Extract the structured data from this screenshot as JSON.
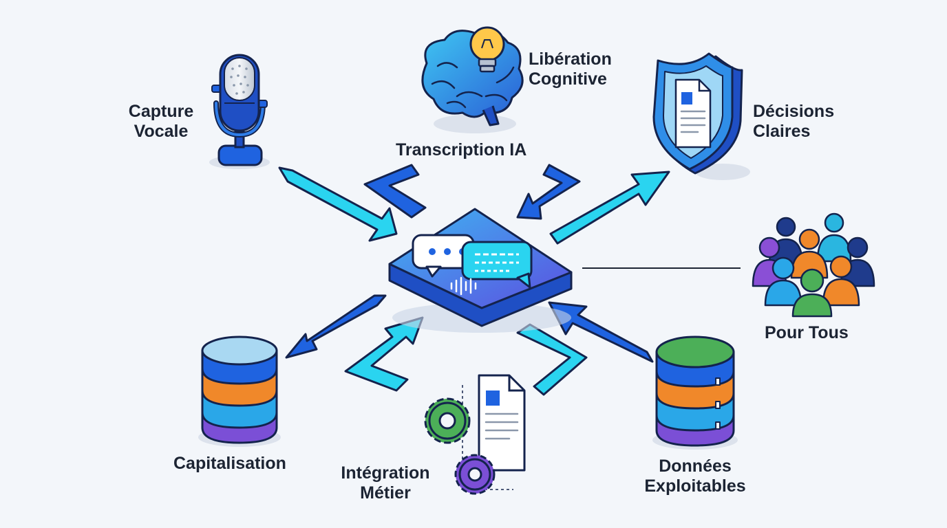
{
  "labels": {
    "capture": [
      "Capture",
      "Vocale"
    ],
    "liberation": [
      "Libération",
      "Cognitive"
    ],
    "transcription": "Transcription IA",
    "decisions": [
      "Décisions",
      "Claires"
    ],
    "pour_tous": "Pour Tous",
    "capitalisation": "Capitalisation",
    "integration": [
      "Intégration",
      "Métier"
    ],
    "donnees": [
      "Données",
      "Exploitables"
    ]
  },
  "icons": {
    "center": "chat-platform-icon",
    "capture": "microphone-icon",
    "liberation": "brain-lightbulb-icon",
    "decisions": "shield-document-icon",
    "pour_tous": "people-group-icon",
    "capitalisation": "database-icon",
    "integration": "gears-document-icon",
    "donnees": "server-stack-icon"
  },
  "colors": {
    "cyan": "#2ad4f0",
    "blue": "#1f63e0",
    "navy": "#14234d",
    "orange": "#f0882a",
    "purple": "#7b4fd6",
    "green": "#4caf58",
    "text": "#1c2433",
    "background": "#f3f6fa"
  }
}
